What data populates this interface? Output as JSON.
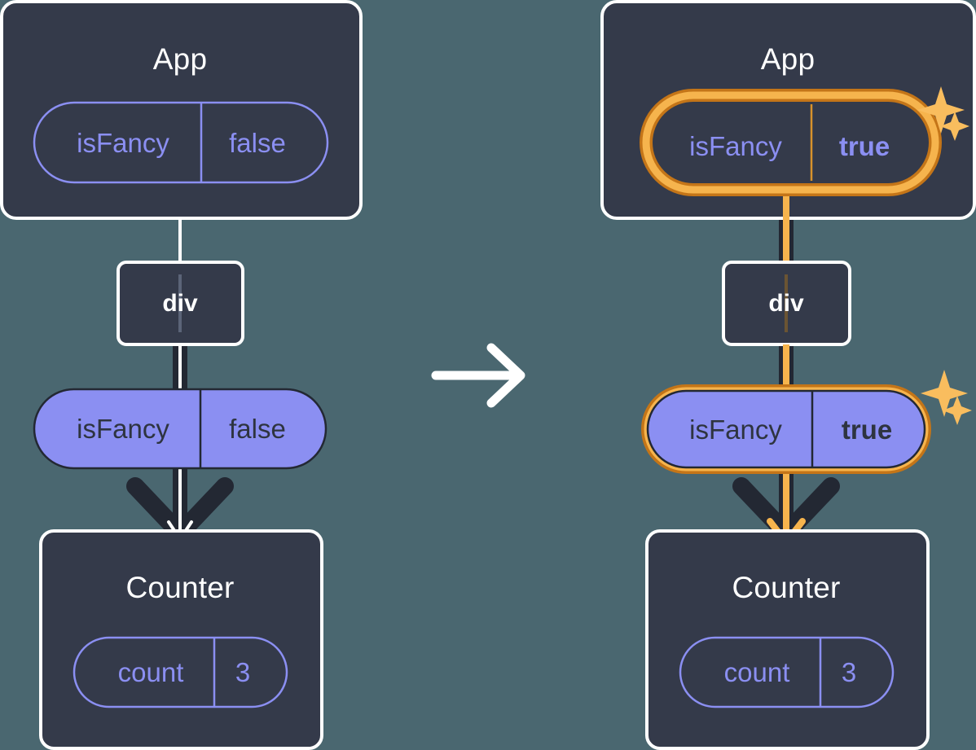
{
  "meta": {
    "background_color": "#4a6770",
    "panel_color": "#343a4a",
    "panel_border_color": "#ffffff",
    "pill_outline_color": "#8b8ff2",
    "pill_solid_color": "#8b8ff2",
    "pill_solid_text_color": "#2e3440",
    "arrow_dark_color": "#232833",
    "highlight_outer_color": "#c47518",
    "highlight_inner_color": "#f6b44d",
    "sparkle_color": "#f9bd5e",
    "transition_arrow_color": "#ffffff"
  },
  "transition": {
    "icon": "right-arrow-icon",
    "label": "→"
  },
  "panels": [
    {
      "id": "before",
      "app": {
        "title": "App",
        "state": {
          "name": "isFancy",
          "value": "false",
          "highlighted": false,
          "style": "outline"
        }
      },
      "div": {
        "title": "div"
      },
      "prop": {
        "name": "isFancy",
        "value": "false",
        "highlighted": false,
        "style": "solid"
      },
      "counter": {
        "title": "Counter",
        "state": {
          "name": "count",
          "value": "3",
          "highlighted": false,
          "style": "outline"
        }
      },
      "flow_highlighted": false
    },
    {
      "id": "after",
      "app": {
        "title": "App",
        "state": {
          "name": "isFancy",
          "value": "true",
          "highlighted": true,
          "style": "outline"
        }
      },
      "div": {
        "title": "div"
      },
      "prop": {
        "name": "isFancy",
        "value": "true",
        "highlighted": true,
        "style": "solid"
      },
      "counter": {
        "title": "Counter",
        "state": {
          "name": "count",
          "value": "3",
          "highlighted": false,
          "style": "outline"
        }
      },
      "flow_highlighted": true
    }
  ]
}
